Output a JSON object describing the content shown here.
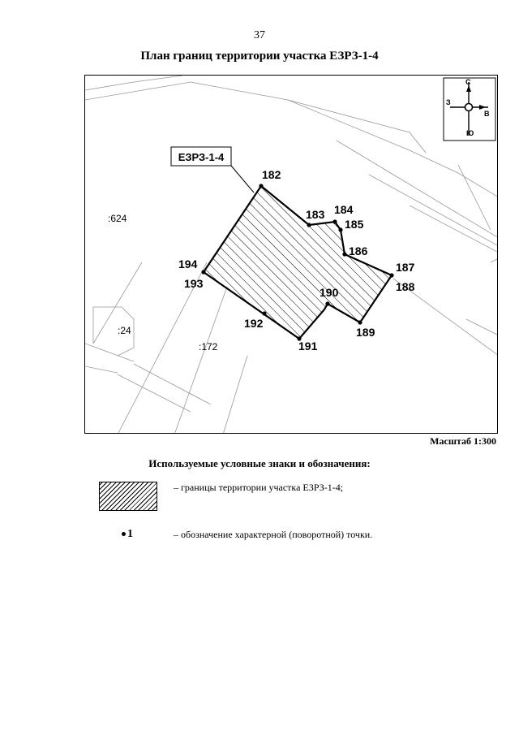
{
  "page_number": "37",
  "title": "План границ территории участка ЕЗРЗ-1-4",
  "map": {
    "zone_label": "ЕЗРЗ-1-4",
    "parcel_labels": [
      ":624",
      ":24",
      ":172"
    ],
    "points": [
      {
        "id": "182"
      },
      {
        "id": "183"
      },
      {
        "id": "184"
      },
      {
        "id": "185"
      },
      {
        "id": "186"
      },
      {
        "id": "187"
      },
      {
        "id": "188"
      },
      {
        "id": "189"
      },
      {
        "id": "190"
      },
      {
        "id": "191"
      },
      {
        "id": "192"
      },
      {
        "id": "193"
      },
      {
        "id": "194"
      }
    ],
    "compass": {
      "north": "С",
      "south": "Ю",
      "west": "З",
      "east": "В"
    }
  },
  "scale": "Масштаб 1:300",
  "legend": {
    "title": "Используемые условные знаки и обозначения:",
    "items": [
      {
        "symbol": "",
        "text": "– границы территории участка ЕЗРЗ-1-4;"
      },
      {
        "symbol": "1",
        "text": "– обозначение характерной (поворотной) точки."
      }
    ]
  }
}
